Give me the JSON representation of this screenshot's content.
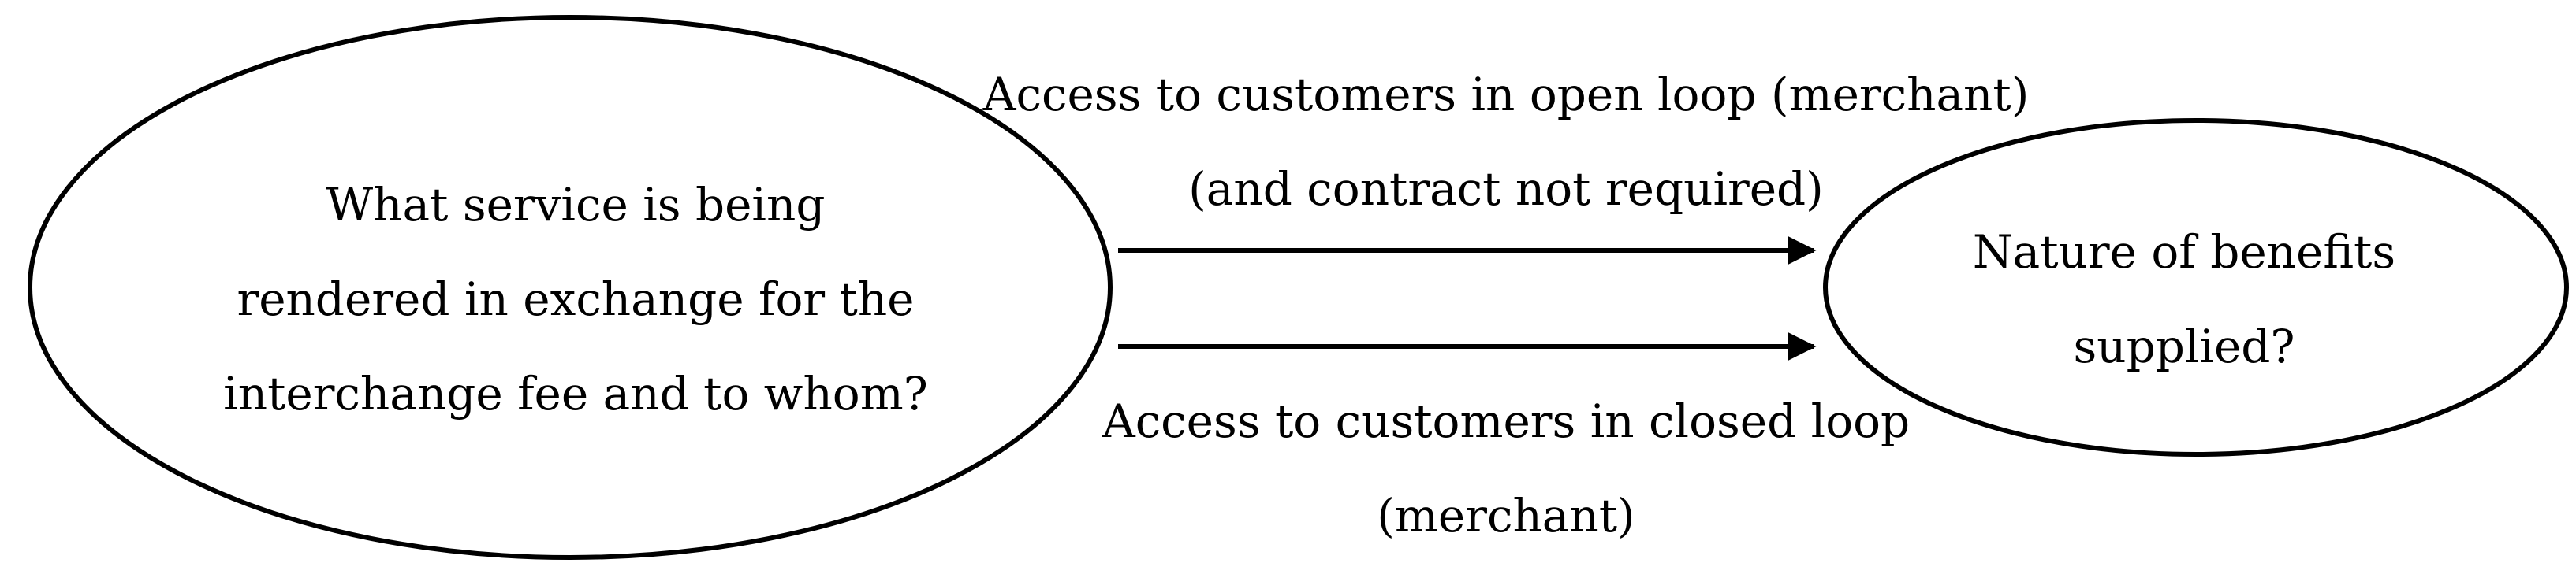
{
  "nodes": {
    "left": {
      "lines": [
        "What service is being",
        "rendered in exchange for the",
        "interchange fee and to whom?"
      ]
    },
    "right": {
      "lines": [
        "Nature of benefits",
        "supplied?"
      ]
    }
  },
  "edges": {
    "top": {
      "lines": [
        "Access to customers in open loop (merchant)",
        "(and contract not required)"
      ]
    },
    "bottom": {
      "lines": [
        "Access to customers in closed loop",
        "(merchant)"
      ]
    }
  },
  "colors": {
    "stroke": "#000000",
    "background": "#ffffff"
  }
}
